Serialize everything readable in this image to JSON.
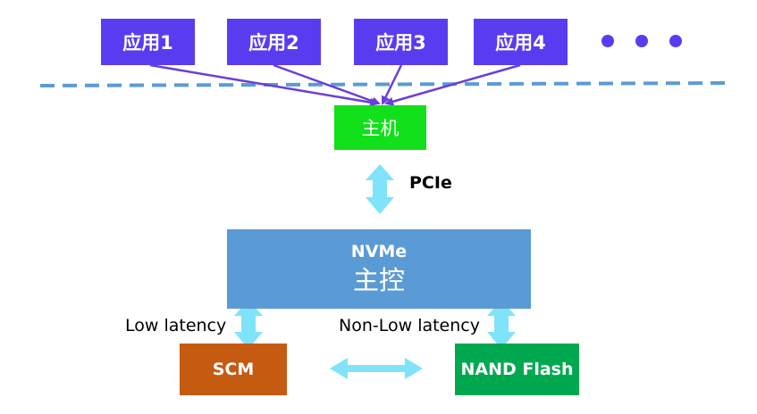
{
  "apps": [
    "应用1",
    "应用2",
    "应用3",
    "应用4"
  ],
  "more_indicator": "• • •",
  "host_label": "主机",
  "link_label": "PCIe",
  "controller": {
    "line1": "NVMe",
    "line2": "主控"
  },
  "media": {
    "scm": "SCM",
    "nand": "NAND Flash"
  },
  "path_labels": {
    "low": "Low latency",
    "non_low": "Non-Low latency"
  },
  "colors": {
    "app": "#5a3cf0",
    "host": "#11e01b",
    "controller": "#5b9bd5",
    "scm": "#c55a11",
    "nand": "#00a950",
    "arrow": "#7fe3f9",
    "dashed_line": "#5b9bd5",
    "connector": "#6a3fd8"
  }
}
